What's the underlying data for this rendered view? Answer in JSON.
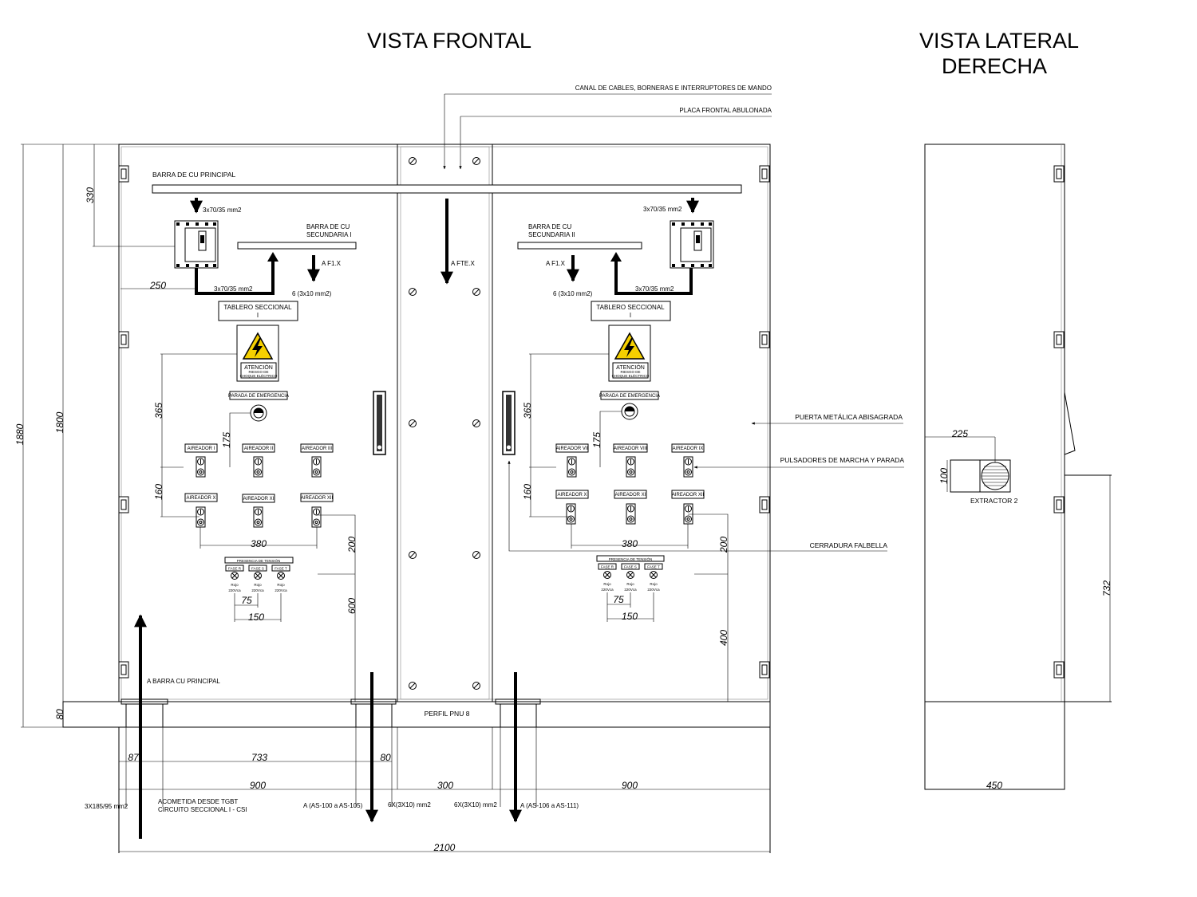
{
  "titles": {
    "front": "VISTA FRONTAL",
    "side_line1": "VISTA LATERAL",
    "side_line2": "DERECHA"
  },
  "callouts": {
    "canal": "CANAL DE CABLES, BORNERAS E INTERRUPTORES DE MANDO",
    "placa": "PLACA FRONTAL ABULONADA",
    "puerta": "PUERTA METÁLICA ABISAGRADA",
    "pulsadores": "PULSADORES DE MARCHA Y PARADA",
    "cerradura": "CERRADURA FALBELLA"
  },
  "labels": {
    "barra_principal": "BARRA DE CU PRINCIPAL",
    "cable_in_left": "3x70/35 mm2",
    "cable_out_left": "3x70/35 mm2",
    "cable_in_right": "3x70/35 mm2",
    "cable_out_right": "3x70/35 mm2",
    "barra_sec1_l1": "BARRA DE CU",
    "barra_sec1_l2": "SECUNDARIA I",
    "barra_sec2_l1": "BARRA DE CU",
    "barra_sec2_l2": "SECUNDARIA II",
    "af1x_left": "A F1.X",
    "af1x_right": "A F1.X",
    "afte": "A FTE.X",
    "six_left": "6 (3x10 mm2)",
    "six_right": "6 (3x10 mm2)",
    "tablero_left_l1": "TABLERO SECCIONAL",
    "tablero_left_l2": "I",
    "tablero_right_l1": "TABLERO SECCIONAL",
    "tablero_right_l2": "I",
    "atencion": "ATENCIÓN",
    "riesgo_l1": "RIESGO DE",
    "riesgo_l2": "CHOQUE ELÉCTRICO",
    "parada": "PARADA DE EMERGENCIA",
    "presencia": "PRESENCIA DE TENSIÓN",
    "fase_r": "FASE R",
    "fase_s": "FASE S",
    "fase_t": "FASE T",
    "rojo": "Rojo",
    "vca": "220Vca",
    "a_barra": "A BARRA CU PRINCIPAL",
    "perfil": "PERFIL PNU 8",
    "cable_3x185": "3X185/95 mm2",
    "acometida_l1": "ACOMETIDA DESDE TGBT",
    "acometida_l2": "CIRCUITO SECCIONAL I - CSI",
    "dest_left": "A (AS-100 a AS-105)",
    "six_cable_left": "6X(3X10) mm2",
    "six_cable_right": "6X(3X10) mm2",
    "dest_right": "A (AS-106 a AS-111)",
    "extractor": "EXTRACTOR 2"
  },
  "aireadores_left": [
    {
      "row": 1,
      "label": "AIREADOR I"
    },
    {
      "row": 1,
      "label": "AIREADOR II"
    },
    {
      "row": 1,
      "label": "AIREADOR III"
    },
    {
      "row": 2,
      "label": "AIREADOR X"
    },
    {
      "row": 2,
      "label": "AIREADOR XI"
    },
    {
      "row": 2,
      "label": "AIREADOR XII"
    }
  ],
  "aireadores_right": [
    {
      "row": 1,
      "label": "AIREADOR VII"
    },
    {
      "row": 1,
      "label": "AIREADOR VIII"
    },
    {
      "row": 1,
      "label": "AIREADOR IX"
    },
    {
      "row": 2,
      "label": "AIREADOR X"
    },
    {
      "row": 2,
      "label": "AIREADOR XI"
    },
    {
      "row": 2,
      "label": "AIREADOR XII"
    }
  ],
  "dimensions": {
    "d1880": "1880",
    "d1800": "1800",
    "d80": "80",
    "d330": "330",
    "d250": "250",
    "d365_l": "365",
    "d175_l": "175",
    "d160_l": "160",
    "d380_l": "380",
    "d75_l": "75",
    "d150_l": "150",
    "d200_l": "200",
    "d600_l": "600",
    "d365_r": "365",
    "d175_r": "175",
    "d160_r": "160",
    "d380_r": "380",
    "d75_r": "75",
    "d150_r": "150",
    "d200_r": "200",
    "d400_r": "400",
    "d87": "87",
    "d733": "733",
    "d80b": "80",
    "d900_l": "900",
    "d300": "300",
    "d900_r": "900",
    "d2100": "2100",
    "d225": "225",
    "d100": "100",
    "d732": "732",
    "d450": "450"
  }
}
